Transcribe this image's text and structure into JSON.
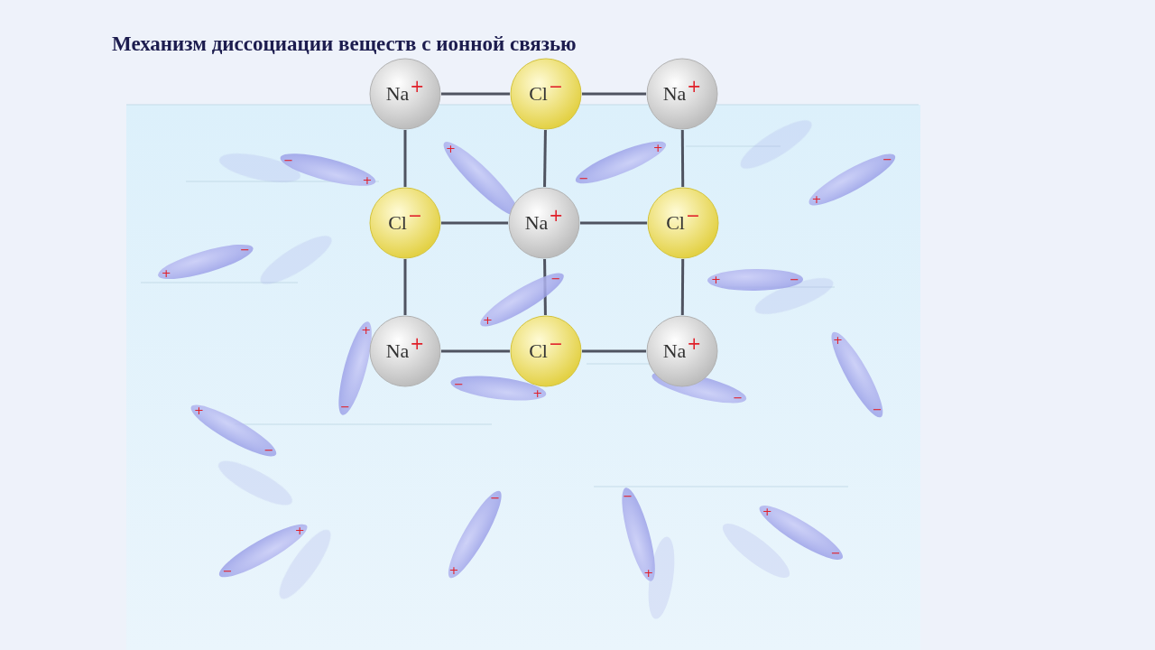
{
  "diagram": {
    "title": "Механизм диссоциации веществ с ионной связью",
    "nodes": [
      {
        "text": [
          "Na",
          "+"
        ]
      },
      {
        "text": [
          "Cl",
          "−"
        ]
      },
      {
        "text": [
          "Na",
          "+"
        ]
      },
      {
        "text": [
          "Cl",
          "−"
        ]
      },
      {
        "text": [
          "Na",
          "+"
        ]
      },
      {
        "text": [
          "Cl",
          "−"
        ]
      },
      {
        "text": [
          "Na",
          "+"
        ]
      },
      {
        "text": [
          "Cl",
          "−"
        ]
      },
      {
        "text": [
          "Na",
          "+"
        ]
      },
      {
        "text": [
          "+",
          "−"
        ]
      },
      {
        "text": [
          "+"
        ]
      },
      {
        "text": [
          "+",
          "−"
        ]
      },
      {
        "text": [
          "+",
          "−"
        ]
      },
      {
        "text": [
          "+",
          "−"
        ]
      },
      {
        "text": [
          "+",
          "−"
        ]
      },
      {
        "text": [
          "+",
          "−"
        ]
      },
      {
        "text": [
          "+",
          "−"
        ]
      },
      {
        "text": [
          "+",
          "−"
        ]
      },
      {
        "text": [
          "−"
        ]
      },
      {
        "text": [
          "+",
          "−"
        ]
      },
      {
        "text": [
          "+",
          "−"
        ]
      },
      {
        "text": [
          "+",
          "−"
        ]
      },
      {
        "text": [
          "+",
          "−"
        ]
      },
      {
        "text": [
          "+",
          "−"
        ]
      },
      {
        "text": [
          "+",
          "−"
        ]
      }
    ],
    "edges": [
      {
        "from": 0,
        "to": 1,
        "arrow": "none"
      },
      {
        "from": 1,
        "to": 2,
        "arrow": "none"
      },
      {
        "from": 3,
        "to": 4,
        "arrow": "none"
      },
      {
        "from": 4,
        "to": 5,
        "arrow": "none"
      },
      {
        "from": 6,
        "to": 7,
        "arrow": "none"
      },
      {
        "from": 7,
        "to": 8,
        "arrow": "none"
      },
      {
        "from": 0,
        "to": 3,
        "arrow": "none"
      },
      {
        "from": 3,
        "to": 6,
        "arrow": "none"
      },
      {
        "from": 1,
        "to": 4,
        "arrow": "none"
      },
      {
        "from": 4,
        "to": 7,
        "arrow": "none"
      },
      {
        "from": 2,
        "to": 5,
        "arrow": "none"
      },
      {
        "from": 5,
        "to": 8,
        "arrow": "none"
      }
    ]
  }
}
